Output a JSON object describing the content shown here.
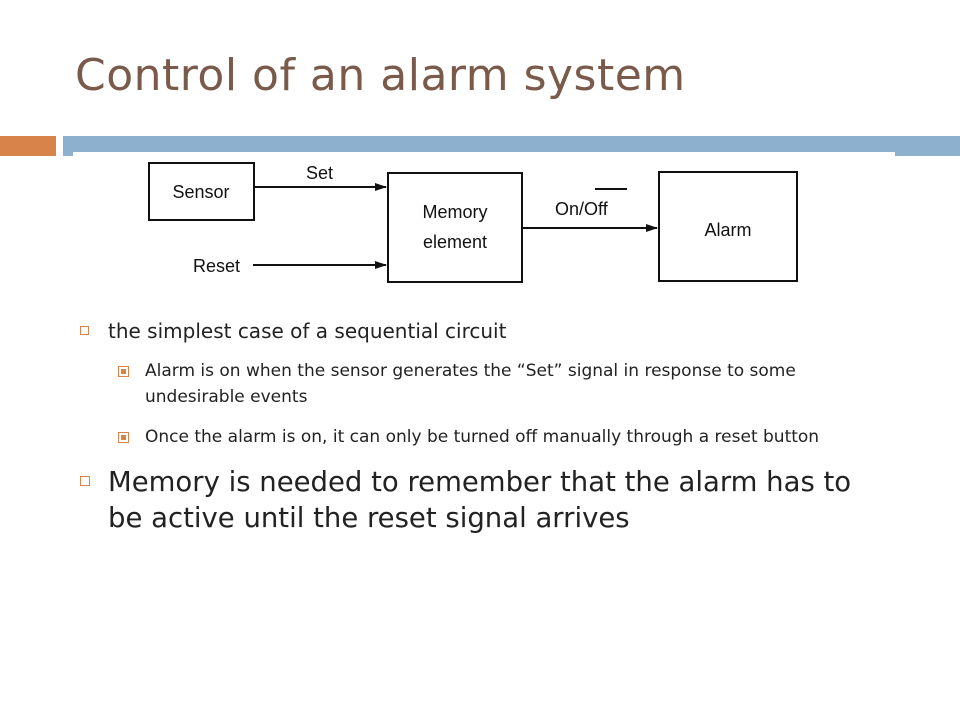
{
  "slide": {
    "title": "Control of an alarm system",
    "accent_color": "#d8834a",
    "bar_color": "#8eb0cf",
    "title_color": "#7a5a4a"
  },
  "diagram": {
    "sensor_label": "Sensor",
    "set_label": "Set",
    "reset_label": "Reset",
    "memory_line1": "Memory",
    "memory_line2": "element",
    "on_label": "On/",
    "off_label": "Off",
    "alarm_label": "Alarm"
  },
  "bullets": [
    {
      "text": "the simplest case of a sequential circuit",
      "sub": [
        "Alarm is on when the sensor generates the “Set” signal in response to some undesirable events",
        "Once the alarm is on, it can only be turned off manually through a reset button"
      ]
    },
    {
      "text": "Memory is needed to remember that the alarm has to be active until the reset signal arrives"
    }
  ]
}
